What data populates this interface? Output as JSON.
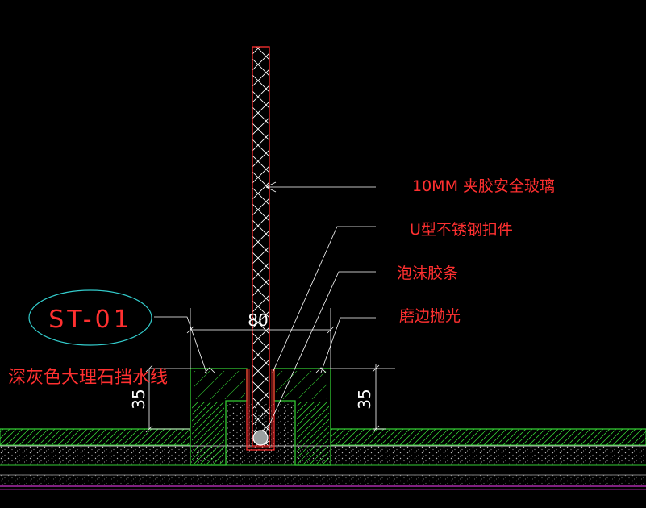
{
  "annotations": {
    "glass": "10MM 夹胶安全玻璃",
    "u_channel": "U型不锈钢扣件",
    "foam_strip": "泡沫胶条",
    "edge_polish": "磨边抛光"
  },
  "material_tag": {
    "code": "ST-01",
    "description": "深灰色大理石挡水线"
  },
  "dimensions": {
    "width": "80",
    "height_left": "35",
    "height_right": "35"
  },
  "colors": {
    "background": "#000000",
    "annotation_text": "#ff3030",
    "leader": "#ffffff",
    "glass_outline": "#ff3030",
    "glass_hatch": "#ffffff",
    "structure": "#33cc33",
    "tag_ellipse": "#33cccc",
    "dimension_text": "#ffffff",
    "magenta_line": "#cc33cc"
  }
}
